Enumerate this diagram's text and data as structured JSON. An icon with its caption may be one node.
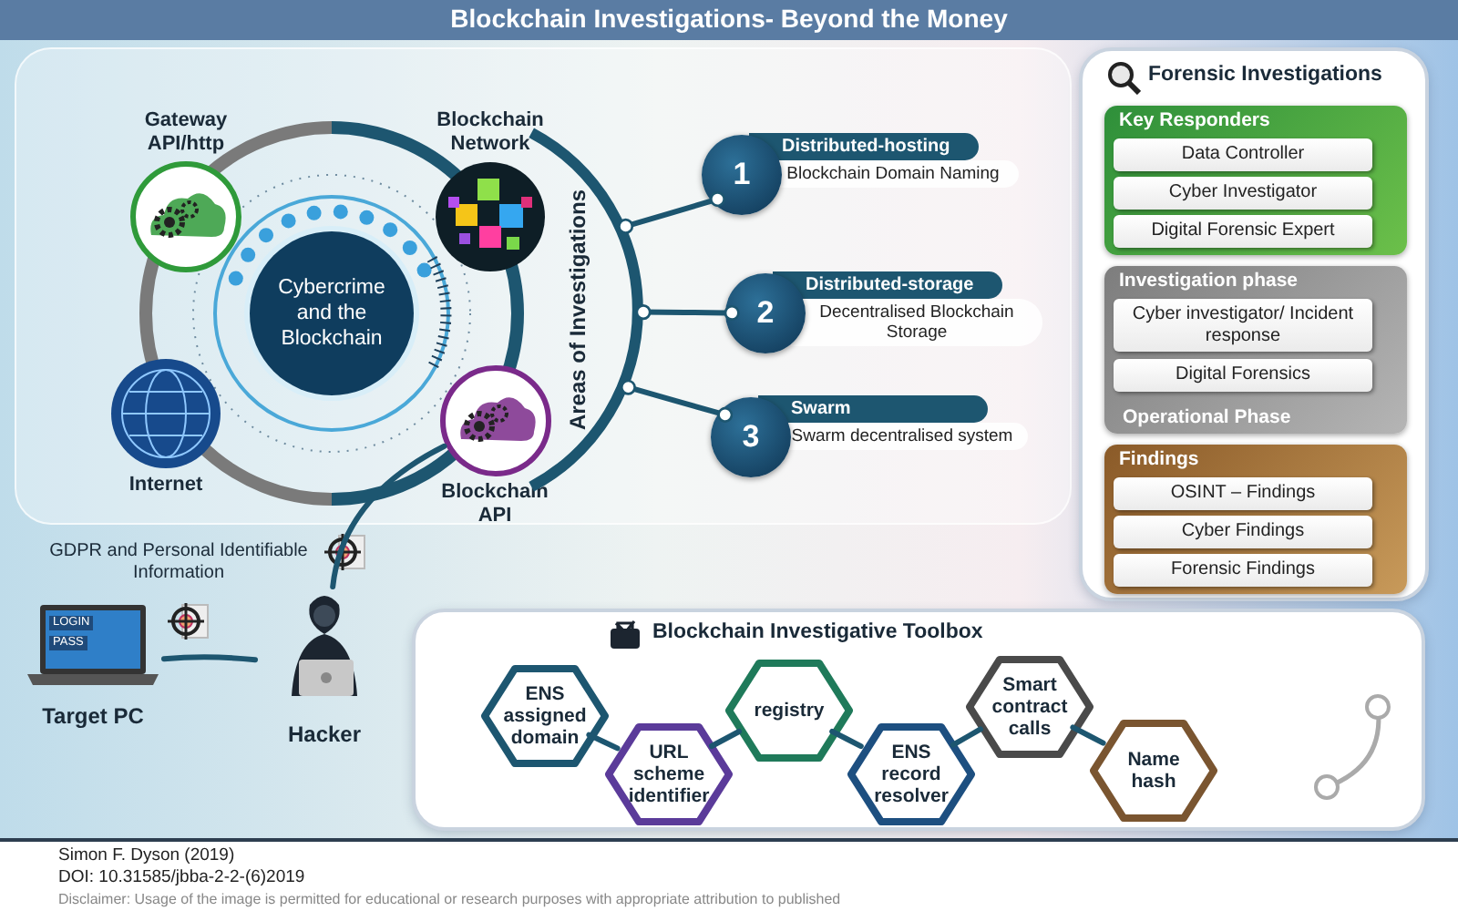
{
  "diagram": {
    "title": "Blockchain Investigations- Beyond the Money",
    "nodes": [
      {
        "text": [
          "Gateway API/http"
        ]
      },
      {
        "text": [
          "Blockchain Network"
        ]
      },
      {
        "text": [
          "Cybercrime and the Blockchain"
        ]
      },
      {
        "text": [
          "Internet"
        ]
      },
      {
        "text": [
          "Blockchain API"
        ]
      },
      {
        "text": [
          "Areas of Investigations"
        ]
      },
      {
        "text": [
          "1",
          "Distributed-hosting",
          "Blockchain Domain Naming"
        ]
      },
      {
        "text": [
          "2",
          "Distributed-storage",
          "Decentralised Blockchain Storage"
        ]
      },
      {
        "text": [
          "3",
          "Swarm",
          "Swarm decentralised system"
        ]
      },
      {
        "text": [
          "Target PC"
        ]
      },
      {
        "text": [
          "Hacker"
        ]
      },
      {
        "text": [
          "Forensic Investigations"
        ]
      },
      {
        "text": [
          "Key Responders"
        ],
        "in": 11
      },
      {
        "text": [
          "Data Controller"
        ],
        "in": 12
      },
      {
        "text": [
          "Cyber Investigator"
        ],
        "in": 12
      },
      {
        "text": [
          "Digital Forensic Expert"
        ],
        "in": 12
      },
      {
        "text": [
          "Investigation phase",
          "Operational Phase"
        ],
        "in": 11
      },
      {
        "text": [
          "Cyber investigator/ Incident response"
        ],
        "in": 16
      },
      {
        "text": [
          "Digital Forensics"
        ],
        "in": 16
      },
      {
        "text": [
          "Findings"
        ],
        "in": 11
      },
      {
        "text": [
          "OSINT – Findings"
        ],
        "in": 19
      },
      {
        "text": [
          "Cyber Findings"
        ],
        "in": 19
      },
      {
        "text": [
          "Forensic Findings"
        ],
        "in": 19
      },
      {
        "text": [
          "Blockchain Investigative Toolbox"
        ]
      },
      {
        "text": [
          "ENS assigned domain"
        ],
        "in": 23
      },
      {
        "text": [
          "URL scheme identifier"
        ],
        "in": 23
      },
      {
        "text": [
          "registry"
        ],
        "in": 23
      },
      {
        "text": [
          "ENS record resolver"
        ],
        "in": 23
      },
      {
        "text": [
          "Smart contract calls"
        ],
        "in": 23
      },
      {
        "text": [
          "Name hash"
        ],
        "in": 23
      }
    ],
    "edges": [
      {
        "from": 5,
        "to": 6,
        "arrow": "other"
      },
      {
        "from": 5,
        "to": 7,
        "arrow": "other"
      },
      {
        "from": 5,
        "to": 8,
        "arrow": "other"
      },
      {
        "from": 4,
        "to": 10,
        "arrow": "none"
      },
      {
        "from": 10,
        "to": 9,
        "arrow": "none"
      },
      {
        "from": 24,
        "to": 25,
        "arrow": "none"
      },
      {
        "from": 25,
        "to": 26,
        "arrow": "none"
      },
      {
        "from": 26,
        "to": 27,
        "arrow": "none"
      },
      {
        "from": 27,
        "to": 28,
        "arrow": "none"
      },
      {
        "from": 28,
        "to": 29,
        "arrow": "none"
      }
    ],
    "labels": [
      "GDPR and Personal Identifiable Information",
      "LOGIN",
      "PASS",
      "Simon F. Dyson (2019)",
      "DOI: 10.31585/jbba-2-2-(6)2019",
      "Disclaimer: Usage of the image is permitted for educational or research purposes with appropriate attribution to published"
    ]
  }
}
